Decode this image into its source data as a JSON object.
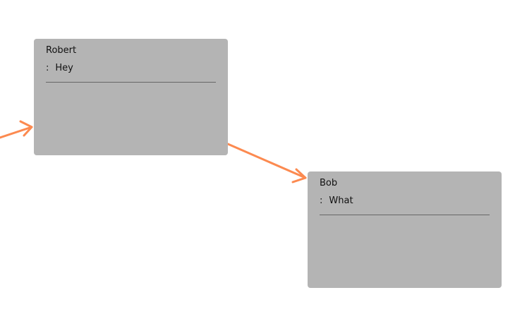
{
  "colors": {
    "node_background": "#b4b4b4",
    "edge": "#fc8a50",
    "divider": "#666666",
    "canvas_background": "#ffffff"
  },
  "nodes": [
    {
      "name": "Robert",
      "separator": ":",
      "text": "Hey"
    },
    {
      "name": "Bob",
      "separator": ":",
      "text": "What"
    }
  ],
  "edges": [
    {
      "from": "offscreen-left",
      "to": "Robert"
    },
    {
      "from": "Robert",
      "to": "Bob"
    }
  ]
}
